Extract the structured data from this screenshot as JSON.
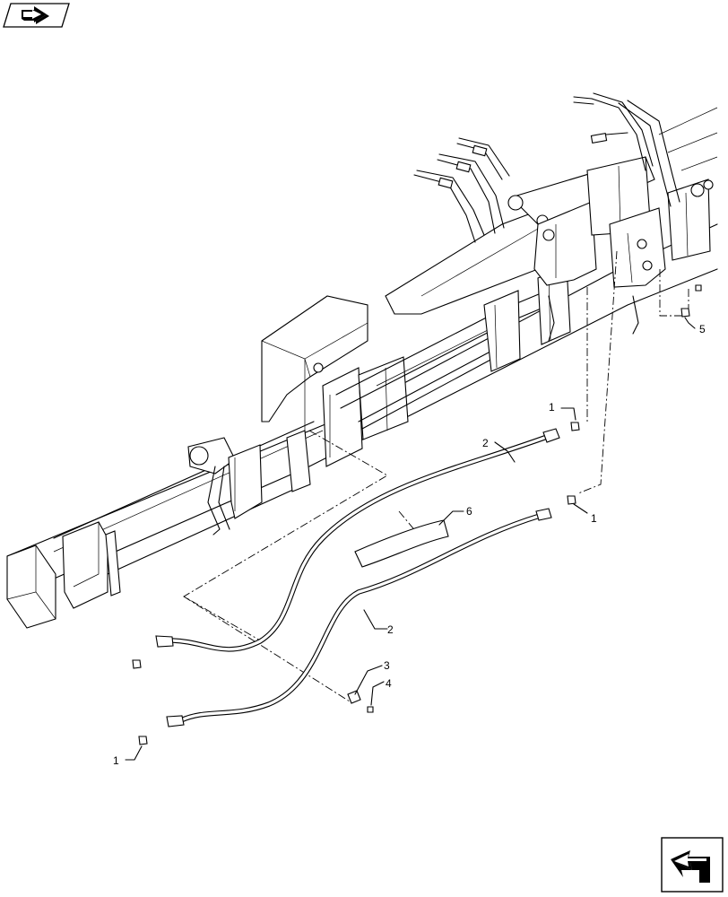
{
  "callouts": [
    {
      "label": "1"
    },
    {
      "label": "1"
    },
    {
      "label": "1"
    },
    {
      "label": "2"
    },
    {
      "label": "2"
    },
    {
      "label": "3"
    },
    {
      "label": "4"
    },
    {
      "label": "5"
    },
    {
      "label": "6"
    }
  ],
  "icons": {
    "top_left": "navigation-arrow-icon",
    "bottom_right": "navigation-arrow-icon"
  }
}
